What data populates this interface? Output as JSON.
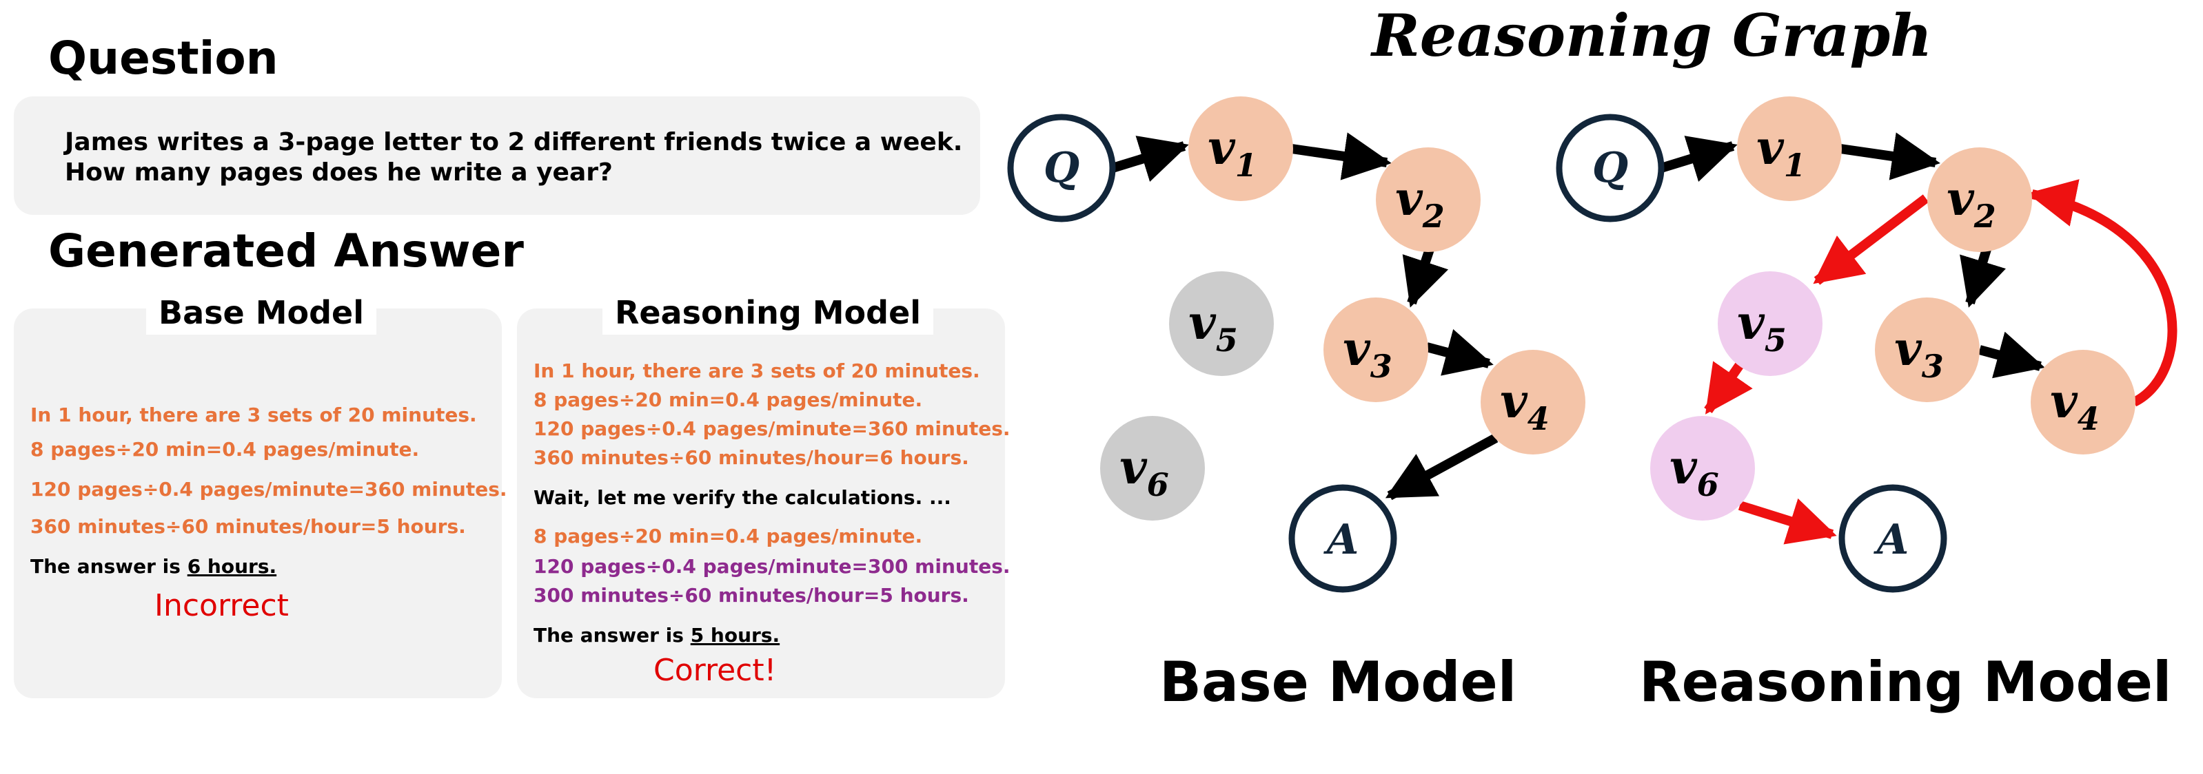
{
  "question": {
    "heading": "Question",
    "text_line1": "James writes a 3-page letter to 2 different friends twice a week.",
    "text_line2": "How many pages does he write a year?"
  },
  "answer": {
    "heading": "Generated Answer",
    "base": {
      "title": "Base Model",
      "lines": [
        "In 1 hour, there are 3 sets of 20 minutes.",
        "8 pages÷20 min=0.4 pages/minute.",
        "120 pages÷0.4 pages/minute=360 minutes.",
        "360 minutes÷60 minutes/hour=5 hours."
      ],
      "answer_prefix": "The answer is ",
      "answer_value": "6 hours.",
      "verdict": "Incorrect"
    },
    "reasoning": {
      "title": "Reasoning Model",
      "lines": [
        "In 1 hour, there are 3 sets of 20 minutes.",
        "8 pages÷20 min=0.4 pages/minute.",
        "120 pages÷0.4 pages/minute=360 minutes.",
        "360 minutes÷60 minutes/hour=6 hours.",
        "Wait, let me verify the calculations. ...",
        "8 pages÷20 min=0.4 pages/minute.",
        "120 pages÷0.4 pages/minute=300 minutes.",
        "300 minutes÷60 minutes/hour=5 hours."
      ],
      "answer_prefix": "The answer is ",
      "answer_value": "5 hours.",
      "verdict": "Correct!"
    }
  },
  "graph": {
    "title": "Reasoning Graph",
    "base_label": "Base Model",
    "reasoning_label": "Reasoning Model",
    "node_labels": {
      "Q": "Q",
      "A": "A",
      "v": "v",
      "s1": "1",
      "s2": "2",
      "s3": "3",
      "s4": "4",
      "s5": "5",
      "s6": "6"
    },
    "colors": {
      "step": "#f4c4a8",
      "unused": "#cccccc",
      "detour": "#f0cdee",
      "io_border": "#12263a",
      "red_edge": "#ee1111",
      "orange_text": "#e8733a",
      "purple_text": "#8e2a8e",
      "verdict_red": "#e00000"
    }
  }
}
